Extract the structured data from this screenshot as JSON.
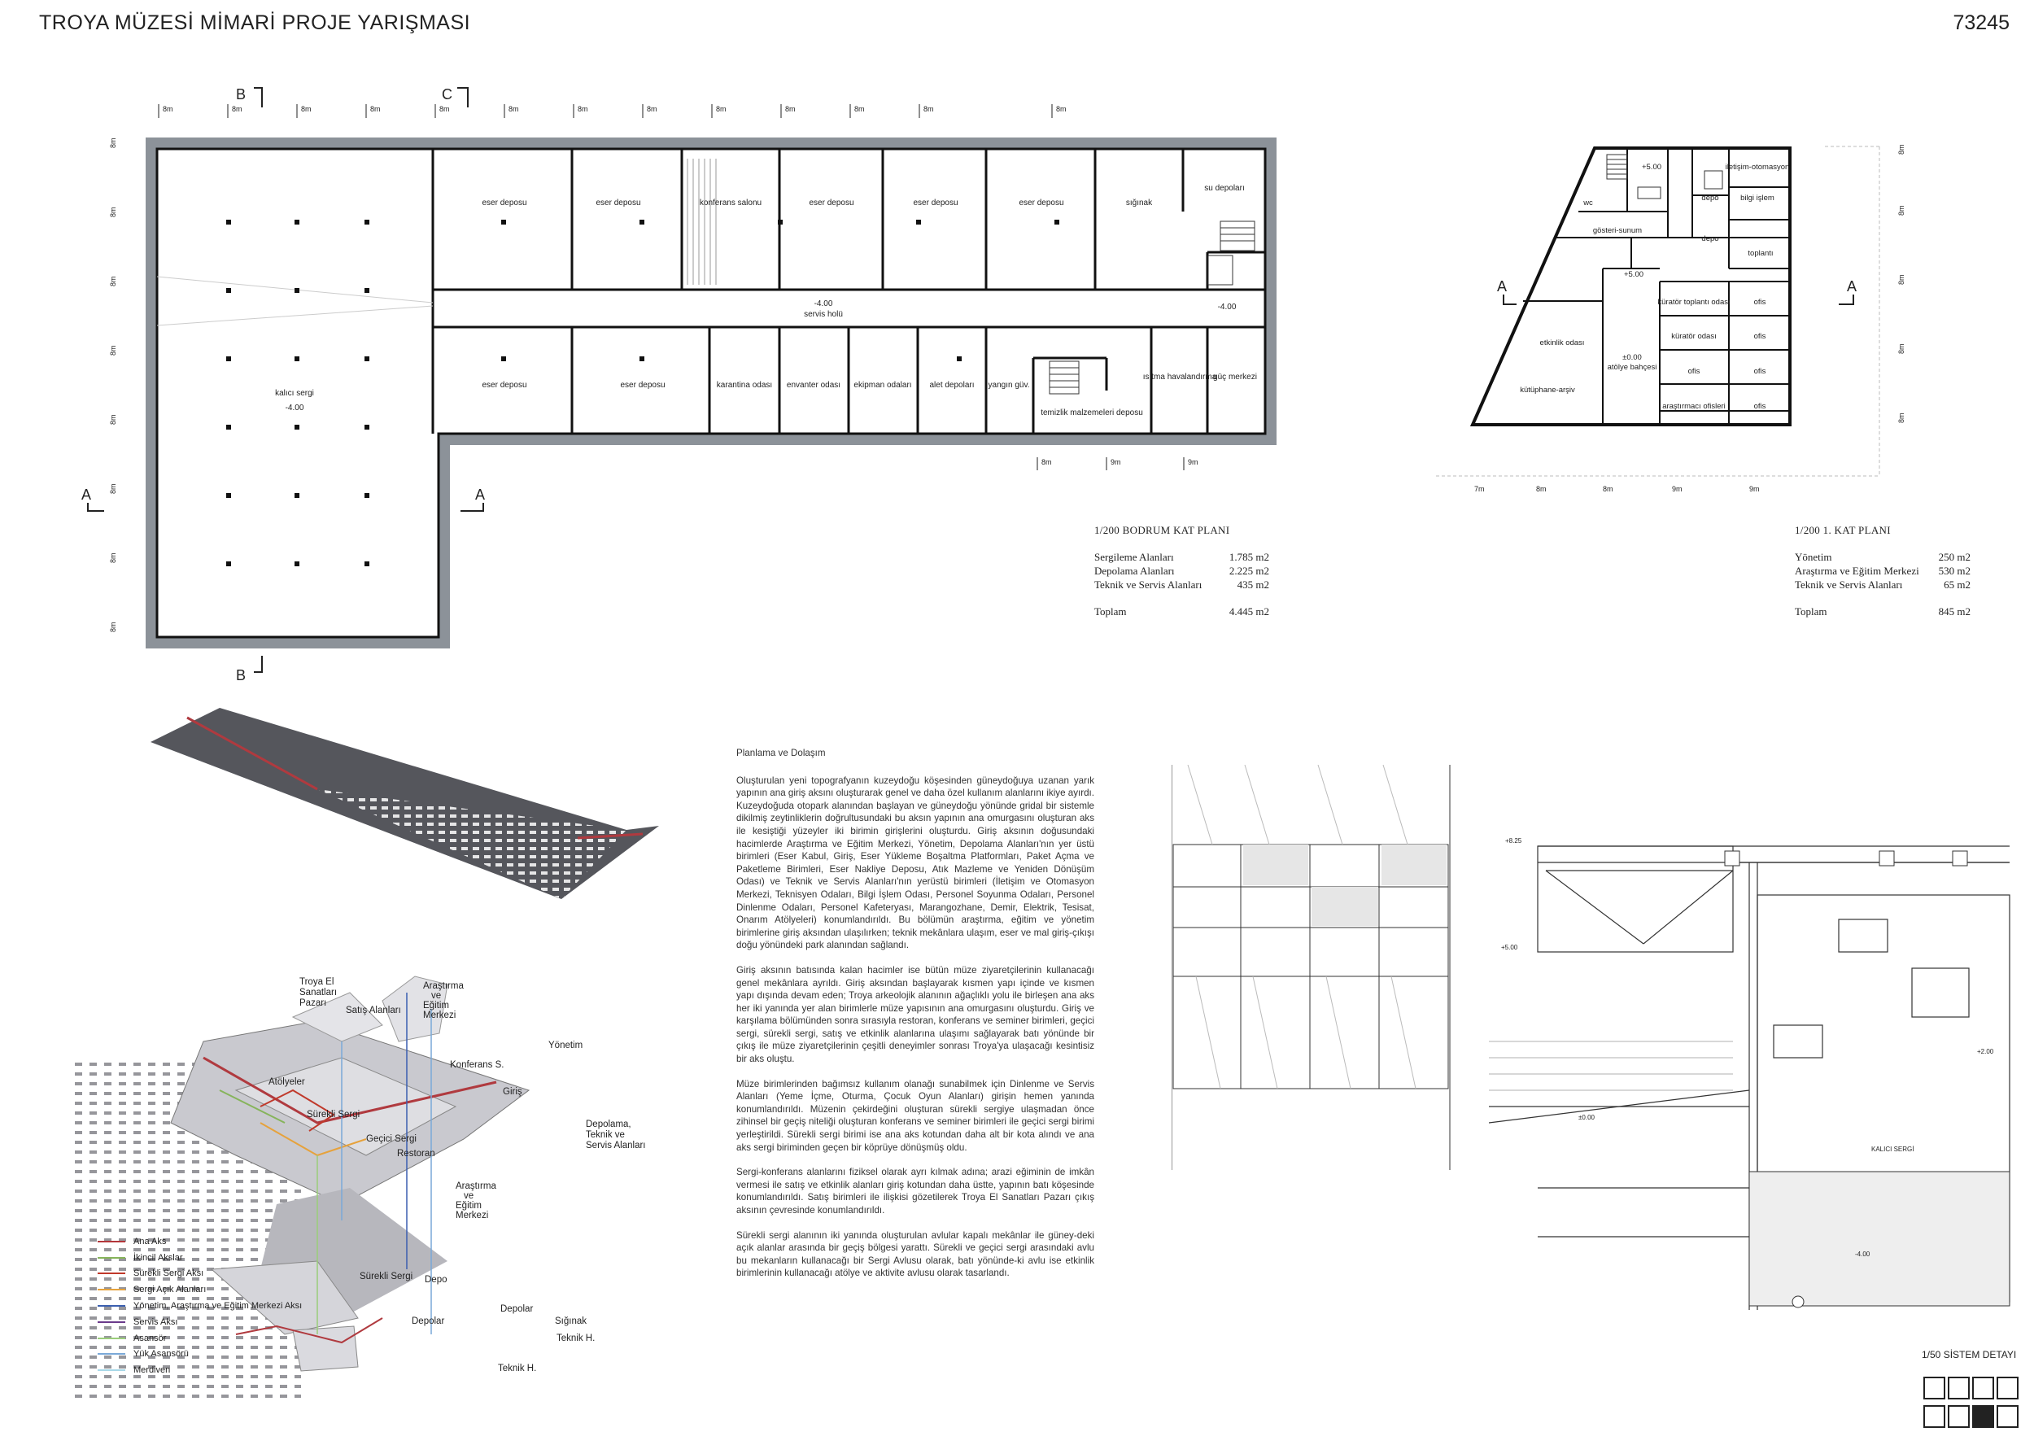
{
  "header": {
    "title": "TROYA MÜZESİ MİMARİ PROJE YARIŞMASI",
    "sheet_number": "73245"
  },
  "basement_plan": {
    "title": "1/200 BODRUM KAT PLANI",
    "top_dims": [
      "8m",
      "8m",
      "8m",
      "8m",
      "8m",
      "8m",
      "8m",
      "8m",
      "8m",
      "8m",
      "8m",
      "8m",
      "8m"
    ],
    "left_dims": [
      "8m",
      "8m",
      "8m",
      "8m",
      "8m",
      "8m",
      "8m",
      "8m"
    ],
    "bottom_dims": [
      "8m",
      "9m",
      "9m"
    ],
    "section_b": "B",
    "section_c": "C",
    "section_a": "A",
    "rooms": {
      "kalici_sergi": "kalıcı sergi",
      "kalici_level": "-4.00",
      "eser_deposu": "eser deposu",
      "konferans": "konferans salonu",
      "siginak": "sığınak",
      "su_depolari": "su depoları",
      "servis_holu_level": "-4.00",
      "servis_holu": "servis holü",
      "level_right": "-4.00",
      "karantina": "karantina odası",
      "envanter": "envanter odası",
      "ekipman": "ekipman odaları",
      "alet": "alet depoları",
      "yangin": "yangın güv.",
      "temizlik": "temizlik malzemeleri deposu",
      "isitma": "ısıtma havalandırma",
      "guc": "güç merkezi"
    },
    "areas": [
      {
        "label": "Sergileme Alanları",
        "value": "1.785 m2"
      },
      {
        "label": "Depolama Alanları",
        "value": "2.225 m2"
      },
      {
        "label": "Teknik ve Servis Alanları",
        "value": "435 m2"
      }
    ],
    "total": {
      "label": "Toplam",
      "value": "4.445 m2"
    }
  },
  "first_floor_plan": {
    "title": "1/200 1. KAT PLANI",
    "right_dims": [
      "8m",
      "8m",
      "8m",
      "8m",
      "8m"
    ],
    "bottom_dims": [
      "7m",
      "8m",
      "8m",
      "9m",
      "9m"
    ],
    "rooms": {
      "level_top": "+5.00",
      "wc": "wc",
      "depo": "depo",
      "iletisim": "iletişim-otomasyon",
      "bilgi": "bilgi işlem",
      "gosteri": "gösteri-sunum",
      "toplanti": "toplantı",
      "level_mid": "+5.00",
      "kurator_toplanti": "küratör toplantı odası",
      "ofis": "ofis",
      "kurator_odasi": "küratör odası",
      "etkinlik": "etkinlik odası",
      "atolye_level": "±0.00",
      "atolye": "atölye bahçesi",
      "kutuphane": "kütüphane-arşiv",
      "arastirmaci": "araştırmacı ofisleri"
    },
    "areas": [
      {
        "label": "Yönetim",
        "value": "250 m2"
      },
      {
        "label": "Araştırma ve Eğitim Merkezi",
        "value": "530 m2"
      },
      {
        "label": "Teknik ve Servis Alanları",
        "value": "65 m2"
      }
    ],
    "total": {
      "label": "Toplam",
      "value": "845 m2"
    }
  },
  "axo_labels": {
    "troya_pazari": [
      "Troya El",
      "Sanatları",
      "Pazarı"
    ],
    "satis": "Satış Alanları",
    "arastirma_top": [
      "Araştırma",
      "ve",
      "Eğitim",
      "Merkezi"
    ],
    "yonetim": "Yönetim",
    "konferans": "Konferans S.",
    "atolyeler": "Atölyeler",
    "giris": "Giriş",
    "surekli_sergi": "Sürekli Sergi",
    "gecici_sergi": "Geçici Sergi",
    "restoran": "Restoran",
    "depolama": [
      "Depolama,",
      "Teknik ve",
      "Servis Alanları"
    ],
    "arastirma_low": [
      "Araştırma",
      "ve",
      "Eğitim",
      "Merkezi"
    ],
    "surekli_sergi_low": "Sürekli Sergi",
    "depo": "Depo",
    "depolar1": "Depolar",
    "depolar2": "Depolar",
    "siginak": "Sığınak",
    "teknik1": "Teknik H.",
    "teknik2": "Teknik H."
  },
  "legend": [
    {
      "label": "Ana Aks",
      "color": "#b3363a"
    },
    {
      "label": "İkincil Akslar",
      "color": "#86b45a"
    },
    {
      "label": "Sürekli Sergi Aksı",
      "color": "#c0392b"
    },
    {
      "label": "Sergi Açık Alanları",
      "color": "#e6a23c"
    },
    {
      "label": "Yönetim, Araştırma ve Eğitim Merkezi Aksı",
      "color": "#3b5fb0"
    },
    {
      "label": "Servis Aksı",
      "color": "#6b3b8c"
    },
    {
      "label": "Asansör",
      "color": "#9acd7a"
    },
    {
      "label": "Yük Asansörü",
      "color": "#7aa9d8"
    },
    {
      "label": "Merdiven",
      "color": "#a8d8e8"
    }
  ],
  "text": {
    "heading": "Planlama ve Dolaşım",
    "paragraphs": [
      "Oluşturulan yeni topografyanın kuzeydoğu köşesinden güneydoğuya uzanan yarık yapının ana giriş aksını oluşturarak genel ve daha özel kullanım alanlarını ikiye ayırdı. Kuzeydoğuda otopark alanından başlayan ve güneydoğu yönünde gridal bir sistemle dikilmiş zeytinliklerin doğrultusundaki bu aksın yapının ana omurgasını oluşturan aks ile kesiştiği yüzeyler iki birimin girişlerini oluşturdu. Giriş aksının doğusundaki hacimlerde Araştırma ve Eğitim Merkezi, Yönetim, Depolama Alanları'nın yer üstü birimleri (Eser Kabul, Giriş, Eser Yükleme Boşaltma Platformları, Paket Açma ve Paketleme Birimleri, Eser Nakliye Deposu, Atık Mazleme ve Yeniden Dönüşüm Odası) ve Teknik ve Servis Alanları'nın yerüstü birimleri (İletişim ve Otomasyon Merkezi, Teknisyen Odaları, Bilgi İşlem Odası, Personel Soyunma Odaları, Personel Dinlenme Odaları, Personel Kafeteryası, Marangozhane, Demir, Elektrik, Tesisat, Onarım Atölyeleri) konumlandırıldı. Bu bölümün araştırma, eğitim ve yönetim birimlerine giriş aksından ulaşılırken; teknik mekânlara ulaşım, eser ve mal giriş-çıkışı doğu yönündeki park alanından sağlandı.",
      "Giriş aksının batısında kalan hacimler ise bütün müze ziyaretçilerinin kullanacağı genel mekânlara ayrıldı. Giriş aksından başlayarak kısmen yapı içinde ve kısmen yapı dışında devam eden; Troya arkeolojik alanının ağaçlıklı yolu ile birleşen ana aks her iki yanında yer alan birimlerle müze yapısının ana omurgasını oluşturdu. Giriş ve karşılama bölümünden sonra sırasıyla restoran, konferans ve seminer birimleri, geçici sergi, sürekli sergi, satış ve etkinlik alanlarına ulaşımı sağlayarak batı yönünde bir çıkış ile müze ziyaretçilerinin çeşitli deneyimler sonrası Troya'ya ulaşacağı kesintisiz bir aks oluştu.",
      "Müze birimlerinden bağımsız kullanım olanağı sunabilmek için Dinlenme ve Servis Alanları (Yeme İçme, Oturma, Çocuk Oyun Alanları) girişin hemen yanında konumlandırıldı. Müzenin çekirdeğini oluşturan sürekli sergiye ulaşmadan önce zihinsel bir geçiş niteliği oluşturan konferans ve seminer birimleri ile geçici sergi birimi yerleştirildi. Sürekli sergi birimi ise ana aks kotundan daha alt bir kota alındı ve ana aks sergi biriminden geçen bir köprüye dönüşmüş oldu.",
      "Sergi-konferans alanlarını fiziksel olarak ayrı kılmak adına; arazi eğiminin de imkân vermesi ile satış ve etkinlik alanları giriş kotundan daha üstte, yapının batı köşesinde konumlandırıldı. Satış birimleri ile ilişkisi gözetilerek Troya El Sanatları Pazarı çıkış aksının çevresinde konumlandırıldı.",
      "Sürekli sergi alanının iki yanında oluşturulan avlular kapalı mekânlar ile güney-deki açık alanlar arasında bir geçiş bölgesi yarattı. Sürekli ve geçici sergi arasındaki avlu bu mekanların kullanacağı bir Sergi Avlusu olarak, batı yönünde-ki avlu ise etkinlik birimlerinin kullanacağı atölye ve aktivite avlusu olarak tasarlandı."
    ]
  },
  "system_detail": {
    "title": "1/50 SİSTEM DETAYI",
    "elev_top": "+8.25",
    "elev_mid": "+5.00",
    "elev_2": "+2.00",
    "elev_0": "±0.00",
    "elev_neg": "-4.00",
    "kalici": "KALICI SERGİ"
  }
}
